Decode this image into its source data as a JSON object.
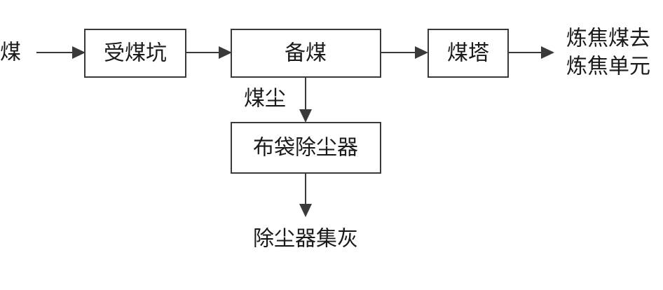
{
  "diagram": {
    "input_label": "煤",
    "nodes": {
      "receiving_pit": "受煤坑",
      "coal_prep": "备煤",
      "coal_tower": "煤塔",
      "bag_filter": "布袋除尘器"
    },
    "edge_labels": {
      "dust": "煤尘"
    },
    "outputs": {
      "coking_line1": "炼焦煤去",
      "coking_line2": "炼焦单元",
      "dust_ash": "除尘器集灰"
    },
    "colors": {
      "line": "#3a3a3a",
      "text": "#1a1a1a",
      "box_fill": "#ffffff"
    }
  }
}
